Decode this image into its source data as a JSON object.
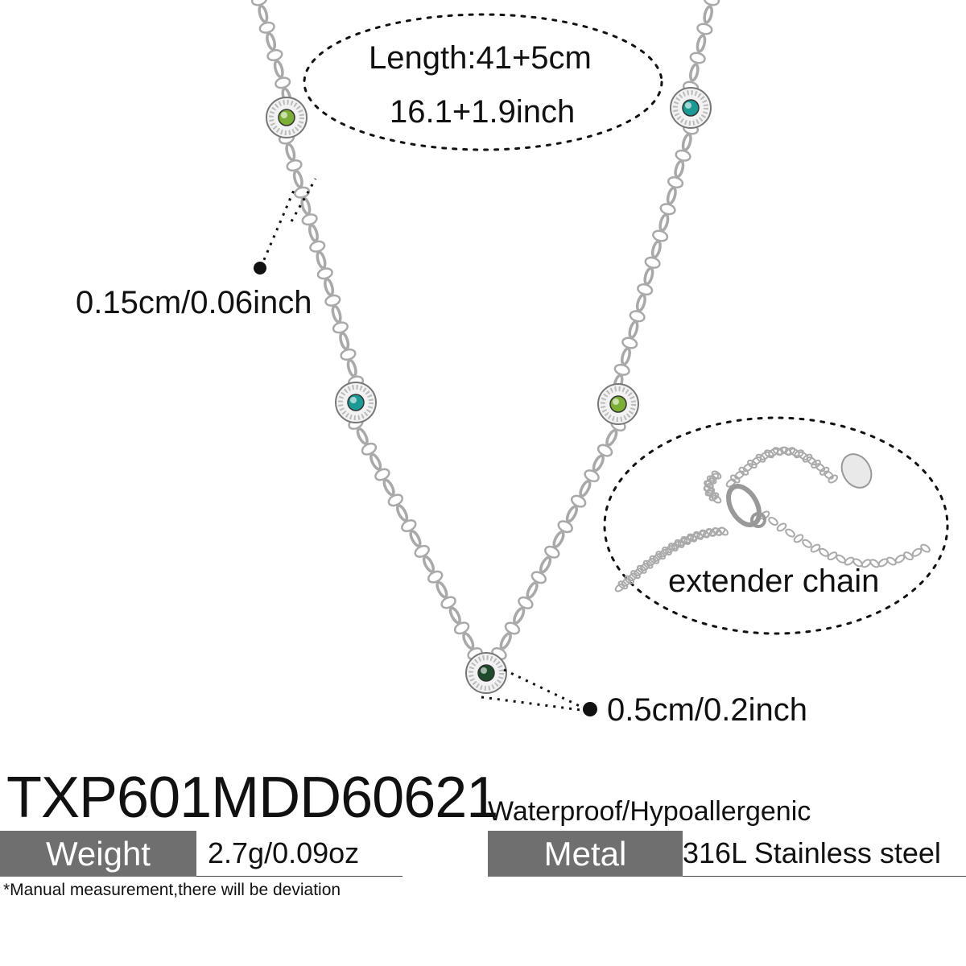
{
  "callouts": {
    "length_line1": "Length:41+5cm",
    "length_line2": "16.1+1.9inch",
    "chain_width": "0.15cm/0.06inch",
    "extender": "extender  chain",
    "pendant_size": "0.5cm/0.2inch"
  },
  "product": {
    "sku": "TXP601MDD60621",
    "tagline": "Waterproof/Hypoallergenic"
  },
  "specs": {
    "weight_label": "Weight",
    "weight_value": "2.7g/0.09oz",
    "metal_label": "Metal",
    "metal_value": "316L Stainless steel"
  },
  "note": "*Manual measurement,there will be deviation",
  "colors": {
    "chain": "#a9a9a9",
    "gem_lime": "#7cae35",
    "gem_teal": "#1b9a95",
    "gem_dark_green": "#1f4a2c",
    "label_bg": "#6f6f6f"
  },
  "icons": [
    "necklace-illustration",
    "extender-chain-illustration",
    "lobster-clasp-icon"
  ]
}
